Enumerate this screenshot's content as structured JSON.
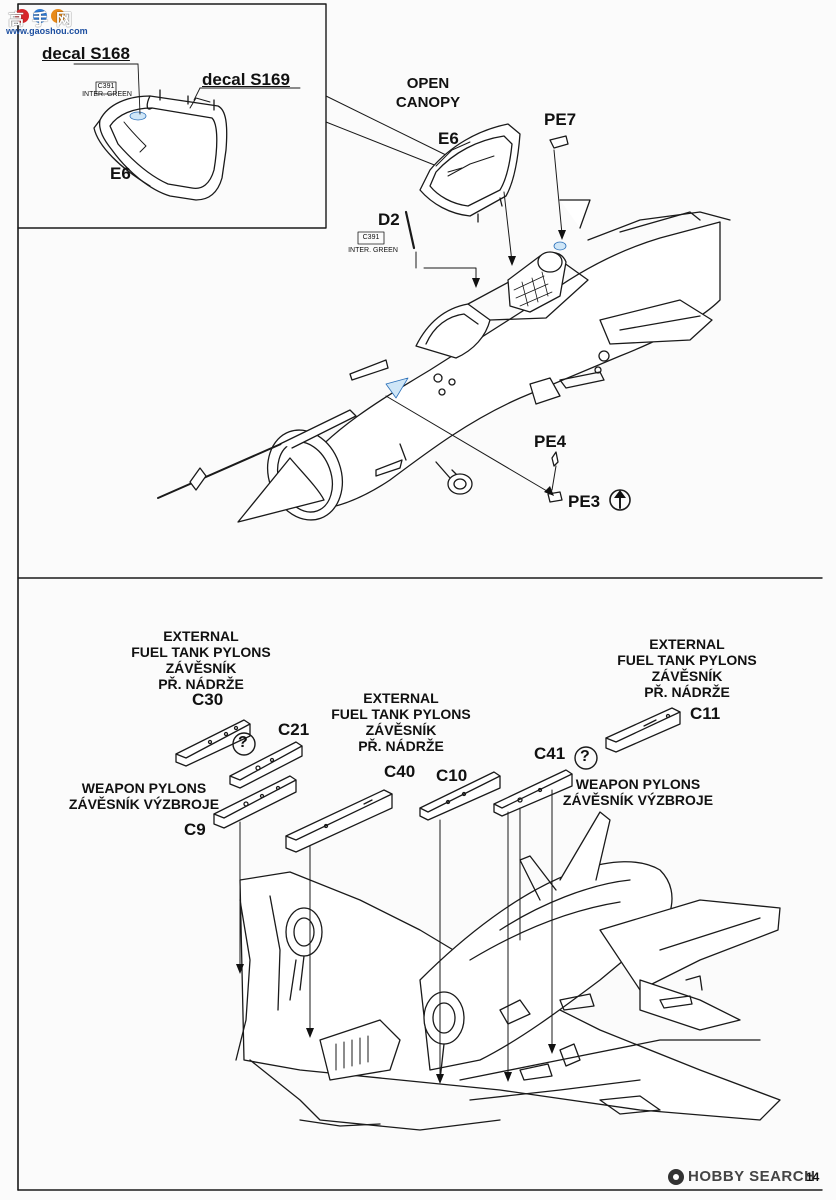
{
  "watermark_top": {
    "logo_text": "高手网",
    "url": "www.gaoshou.com"
  },
  "step_top": {
    "inset": {
      "decal_a": "decal S168",
      "decal_b": "decal S169",
      "color_code": "C391",
      "color_name": "INTER. GREEN",
      "part": "E6"
    },
    "open_canopy_line1": "OPEN",
    "open_canopy_line2": "CANOPY",
    "part_e6": "E6",
    "part_pe7": "PE7",
    "part_d2": "D2",
    "d2_color_code": "C391",
    "d2_color_name": "INTER. GREEN",
    "part_pe4": "PE4",
    "part_pe3": "PE3"
  },
  "step_bottom": {
    "ext_left": [
      "EXTERNAL",
      "FUEL TANK PYLONS",
      "ZÁVĚSNÍK",
      "PŘ. NÁDRŽE"
    ],
    "ext_mid": [
      "EXTERNAL",
      "FUEL TANK PYLONS",
      "ZÁVĚSNÍK",
      "PŘ. NÁDRŽE"
    ],
    "ext_right": [
      "EXTERNAL",
      "FUEL TANK PYLONS",
      "ZÁVĚSNÍK",
      "PŘ. NÁDRŽE"
    ],
    "weapon_left": [
      "WEAPON PYLONS",
      "ZÁVĚSNÍK VÝZBROJE"
    ],
    "weapon_right": [
      "WEAPON PYLONS",
      "ZÁVĚSNÍK VÝZBROJE"
    ],
    "parts": {
      "c30": "C30",
      "c21": "C21",
      "c9": "C9",
      "c40": "C40",
      "c10": "C10",
      "c41": "C41",
      "c11": "C11"
    },
    "question_mark": "?"
  },
  "footer": {
    "brand": "HOBBY SEARCH",
    "page_number": "14"
  }
}
